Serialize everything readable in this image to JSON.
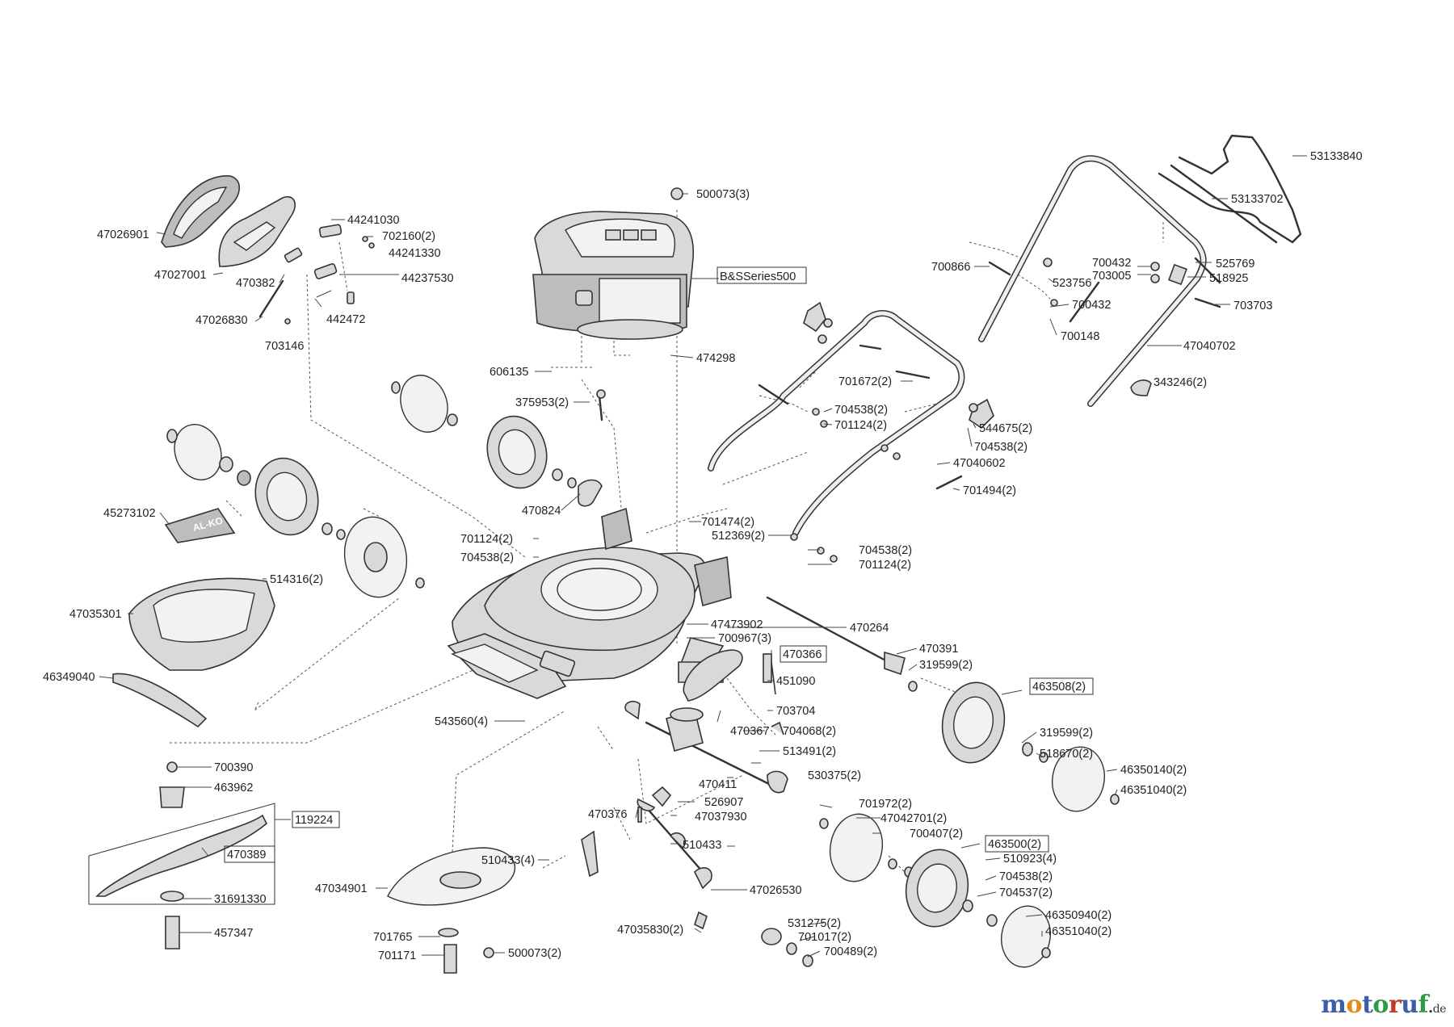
{
  "diagram": {
    "labels": {
      "p47026901": "47026901",
      "p47027001": "47027001",
      "p44241030": "44241030",
      "p702160": "702160(2)",
      "p44241330": "44241330",
      "p470382": "470382",
      "p44237530": "44237530",
      "p47026830": "47026830",
      "p442472": "442472",
      "p703146": "703146",
      "p500073top": "500073(3)",
      "pEngine": "B&SSeries500",
      "p474298": "474298",
      "p606135": "606135",
      "p375953": "375953(2)",
      "p470824": "470824",
      "p45273102": "45273102",
      "p701124a": "701124(2)",
      "p704538a": "704538(2)",
      "p514316": "514316(2)",
      "p47035301": "47035301",
      "p46349040": "46349040",
      "p543560": "543560(4)",
      "p700866": "700866",
      "p700432a": "700432",
      "p703005": "703005",
      "p523756": "523756",
      "p700432b": "700432",
      "p700148": "700148",
      "p525769": "525769",
      "p518925": "518925",
      "p703703": "703703",
      "p53133840": "53133840",
      "p53133702": "53133702",
      "p47040702": "47040702",
      "p343246": "343246(2)",
      "p701672": "701672(2)",
      "p704538b": "704538(2)",
      "p701124b": "701124(2)",
      "p544675": "544675(2)",
      "p704538c": "704538(2)",
      "p47040602": "47040602",
      "p701494": "701494(2)",
      "p701474": "701474(2)",
      "p512369": "512369(2)",
      "p704538d": "704538(2)",
      "p701124c": "701124(2)",
      "p470264": "470264",
      "p47473902": "47473902",
      "p700967": "700967(3)",
      "p470366": "470366",
      "p451090": "451090",
      "p703704": "703704",
      "p470391": "470391",
      "p319599a": "319599(2)",
      "p463508": "463508(2)",
      "p319599b": "319599(2)",
      "p518670": "518670(2)",
      "p46350140": "46350140(2)",
      "p46351040a": "46351040(2)",
      "p470367": "470367",
      "p704068": "704068(2)",
      "p513491": "513491(2)",
      "p530375": "530375(2)",
      "p470411": "470411",
      "p526907": "526907",
      "p470376": "470376",
      "p47037930": "47037930",
      "p510433a": "510433",
      "p510433b": "510433(4)",
      "p47026530": "47026530",
      "p47035830": "47035830(2)",
      "p531275": "531275(2)",
      "p701017": "701017(2)",
      "p700489": "700489(2)",
      "p701972": "701972(2)",
      "p47042701": "47042701(2)",
      "p700407": "700407(2)",
      "p463500": "463500(2)",
      "p510923": "510923(4)",
      "p704538e": "704538(2)",
      "p704537": "704537(2)",
      "p46350940": "46350940(2)",
      "p46351040b": "46351040(2)",
      "p700390": "700390",
      "p463962": "463962",
      "p119224": "119224",
      "p470389": "470389",
      "p31691330": "31691330",
      "p457347": "457347",
      "p47034901": "47034901",
      "p701765": "701765",
      "p701171": "701171",
      "p500073bot": "500073(2)"
    }
  },
  "watermark": {
    "a": "m",
    "b": "o",
    "c": "t",
    "d": "o",
    "e": "r",
    "f": "u",
    "g": "f",
    "dot": ".",
    "tld": "de",
    "colors": [
      "#3a5fa8",
      "#e38a1b",
      "#3a5fa8",
      "#2e9b46",
      "#c0392b",
      "#3a5fa8",
      "#2e9b46"
    ]
  }
}
